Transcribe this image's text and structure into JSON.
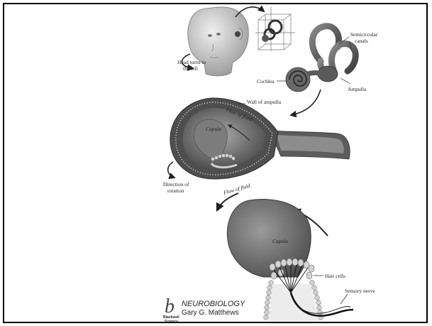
{
  "labels": {
    "head_turns": [
      "Head turns to",
      "the left"
    ],
    "semicircular_canals": [
      "Semicircular",
      "canals"
    ],
    "cochlea": "Cochlea",
    "ampulla": "Ampulla",
    "wall_of_ampulla": "Wall of ampulla",
    "flow_of_fluid_top": "Flow of fluid",
    "cupula_top": "Cupula",
    "direction_of_rotation": [
      "Direction of",
      "rotation"
    ],
    "flow_of_fluid_bottom": "Flow of fluid",
    "cupula_bottom": "Cupula",
    "hair_cells": "Hair cells",
    "sensory_nerve": "Sensory nerve"
  },
  "logo": {
    "letter": "b",
    "title": "NEUROBIOLOGY",
    "author": "Gary G. Matthews",
    "publisher": [
      "Blackwell",
      "Science"
    ]
  },
  "colors": {
    "ink": "#222222",
    "tissue_dark": "#555555",
    "tissue_mid": "#8a8a8a",
    "tissue_light": "#c4c4c4",
    "background": "#ffffff"
  }
}
